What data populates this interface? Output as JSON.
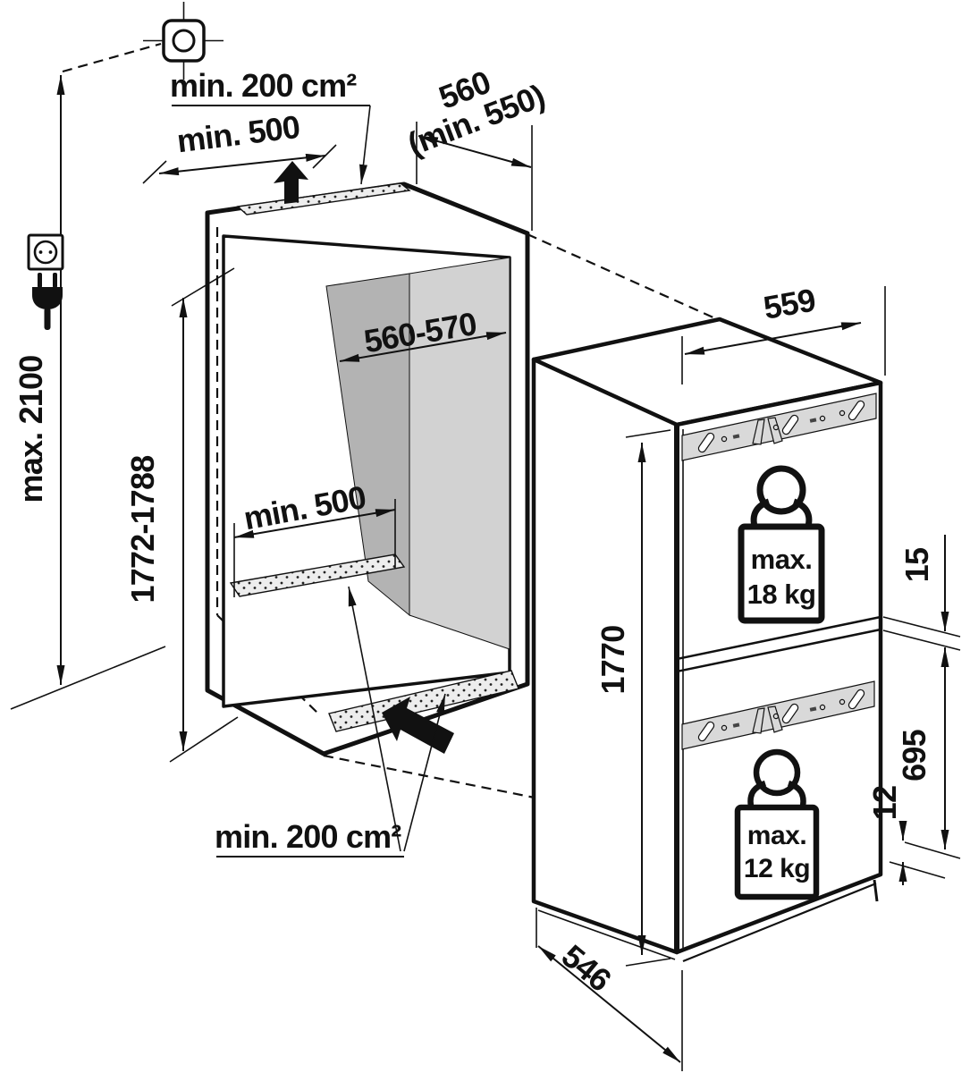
{
  "diagram": {
    "niche": {
      "top_vent_label": "min. 200 cm²",
      "top_clearance_label": "min. 500",
      "top_depth_label_line1": "560",
      "top_depth_label_line2": "(min. 550)",
      "ceiling_height_label": "max. 2100",
      "height_label": "1772-1788",
      "width_label": "560-570",
      "floor_vent_width_label": "min. 500",
      "bottom_vent_label": "min. 200 cm²"
    },
    "appliance": {
      "width_label": "559",
      "height_label": "1770",
      "depth_label": "546",
      "top_gap_label": "15",
      "lower_door_height_label": "695",
      "bottom_gap_label": "12",
      "upper_door_weight_line1": "max.",
      "upper_door_weight_line2": "18 kg",
      "lower_door_weight_line1": "max.",
      "lower_door_weight_line2": "12 kg"
    },
    "colors": {
      "line": "#111111",
      "wall_dark": "#b3b3b3",
      "wall_light": "#d2d2d2",
      "vent_fill": "#ededed",
      "hinge_plate": "#d9d9d9"
    }
  }
}
